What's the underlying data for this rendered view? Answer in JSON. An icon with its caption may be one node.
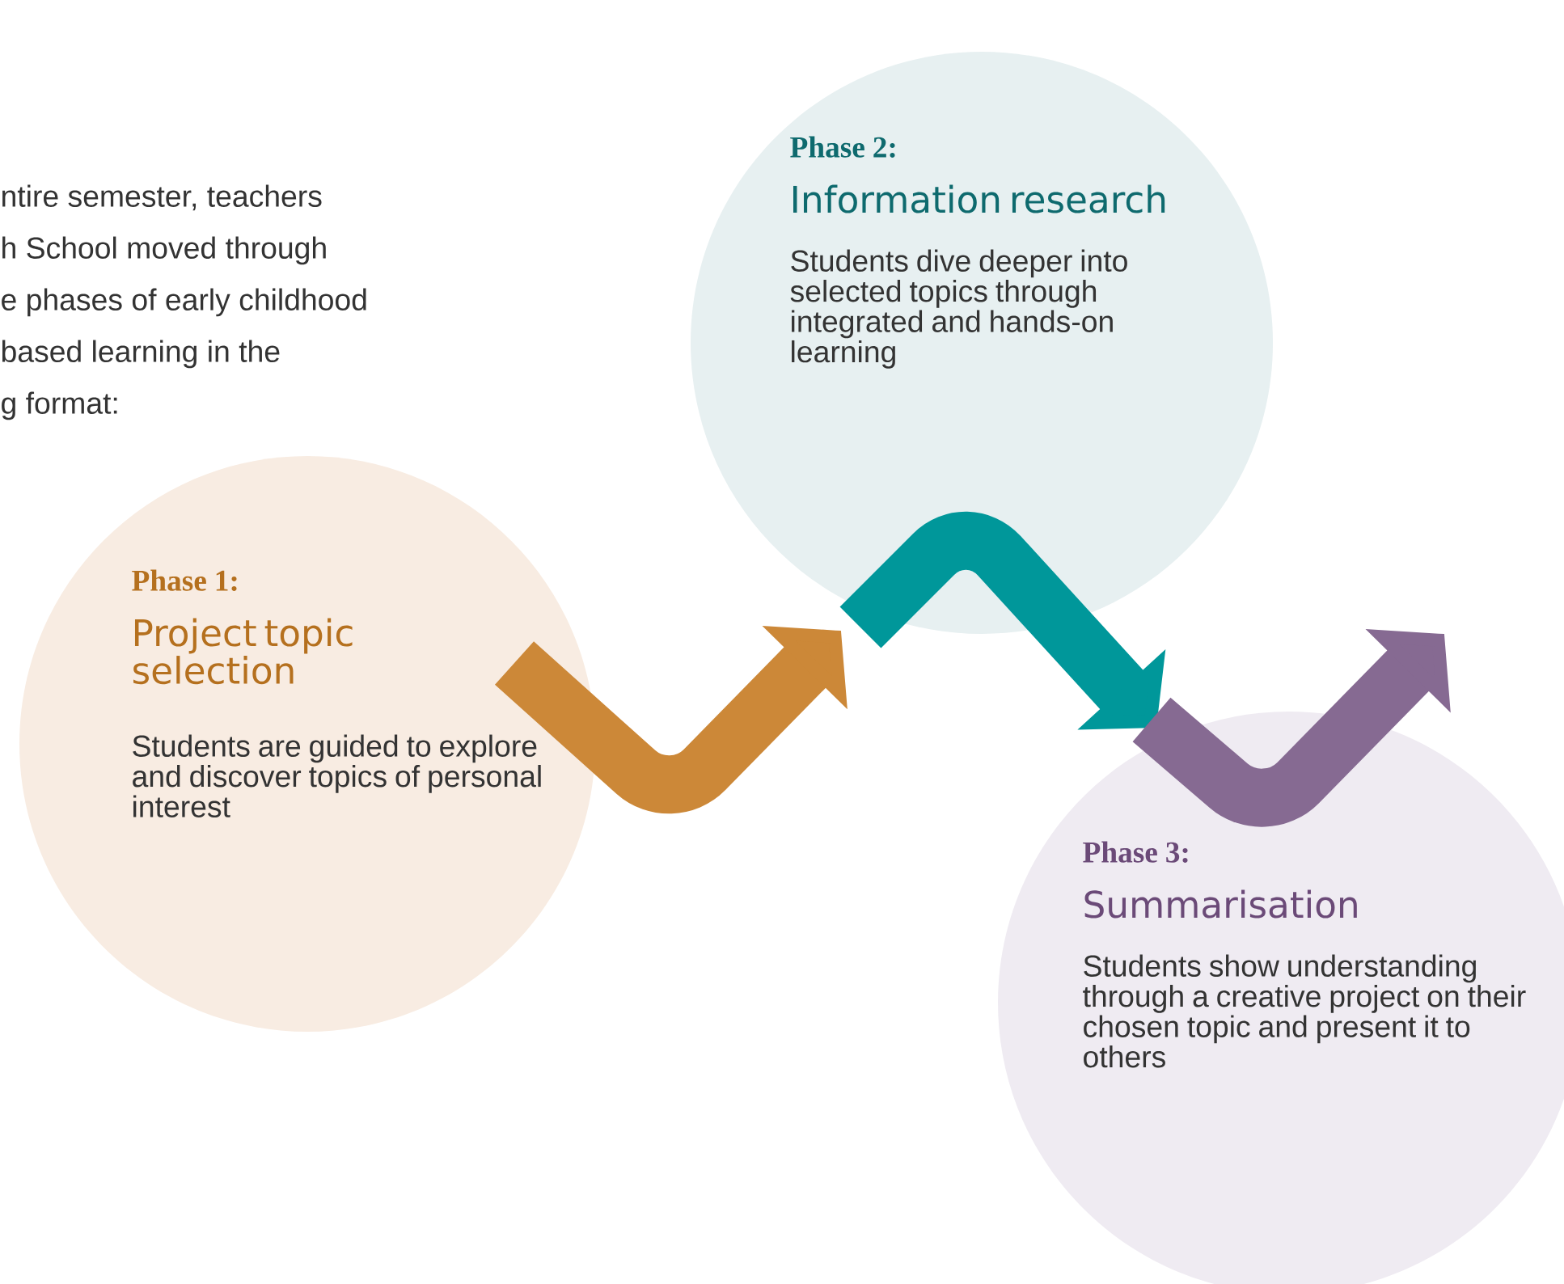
{
  "diagram": {
    "nodes": [
      {
        "text": [
          "Phase 1:",
          "Project topic selection",
          "Students are guided to explore and discover topics of personal interest"
        ]
      },
      {
        "text": [
          "Phase 2:",
          "Information research",
          "Students dive deeper into selected topics through integrated and hands-on learning"
        ]
      },
      {
        "text": [
          "Phase 3:",
          "Summarisation",
          "Students show understanding through a creative project on their chosen topic and present it to others"
        ]
      }
    ],
    "edges": [
      {
        "from": 0,
        "to": 1,
        "arrow": "to",
        "color": "#cc8838"
      },
      {
        "from": 1,
        "to": 2,
        "arrow": "to",
        "color": "#00979a"
      },
      {
        "from": 2,
        "to": null,
        "arrow": "to",
        "color": "#866a92"
      }
    ],
    "labels": [
      "ntire semester, teachers",
      "h School moved through",
      "e phases of early childhood",
      "based learning in the",
      "g format:"
    ]
  }
}
